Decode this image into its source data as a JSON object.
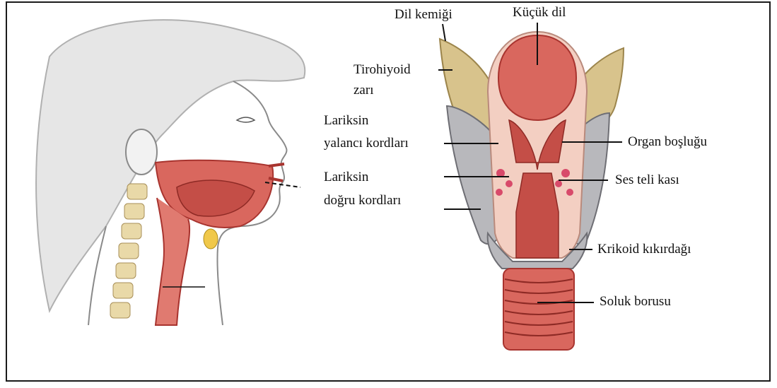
{
  "labels": {
    "dil_kemigi": "Dil kemiği",
    "kucuk_dil": "Küçük dil",
    "tirohiyoid_1": "Tirohiyoid",
    "tirohiyoid_2": "zarı",
    "lariksin_yalanci_1": "Lariksin",
    "lariksin_yalanci_2": "yalancı kordları",
    "lariksin_dogru_1": "Lariksin",
    "lariksin_dogru_2": "doğru kordları",
    "organ_boslugu": "Organ boşluğu",
    "ses_teli_kasi": "Ses teli kası",
    "krikoid_kikirdagi": "Krikoid kıkırdağı",
    "soluk_borusu": "Soluk borusu"
  },
  "colors": {
    "tissue": "#d9675e",
    "tissue_dark": "#a8342f",
    "cartilage": "#d8c38c",
    "cartilage_gray": "#b8b8bc",
    "skin_outline": "#8a8a8a",
    "hair": "#e6e6e6"
  }
}
